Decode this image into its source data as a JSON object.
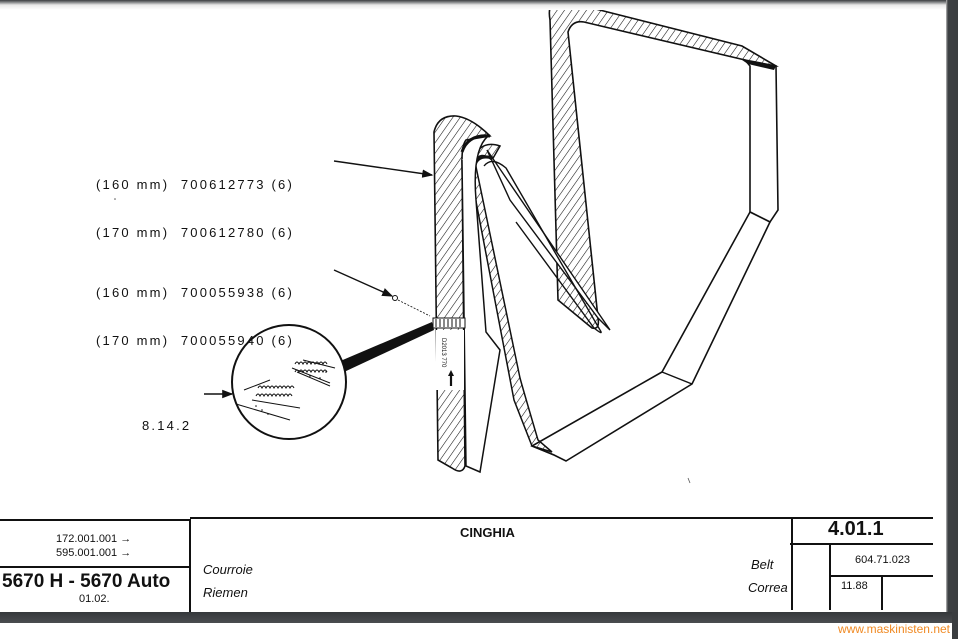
{
  "callouts": [
    {
      "lines": [
        "(160 mm)  700612773 (6)",
        "(170 mm)  700612780 (6)"
      ],
      "target": "belt"
    },
    {
      "lines": [
        "(160 mm)  700055938 (6)",
        "(170 mm)  700055940 (6)"
      ],
      "target": "belt-joint"
    },
    {
      "lines": [
        "8.14.2"
      ],
      "target": "belt-fastener-detail"
    }
  ],
  "belt_label": "D2013 770",
  "title_block": {
    "serials": [
      "172.001.001 →",
      "595.001.001 →"
    ],
    "model": "5670 H - 5670 Auto",
    "model_code": "01.02.",
    "title_it": "CINGHIA",
    "title_fr": "Courroie",
    "title_de": "Riemen",
    "title_en": "Belt",
    "title_es": "Correa",
    "section": "4.01.1",
    "part_ref": "604.71.023",
    "date": "11.88"
  },
  "watermark": "www.maskinisten.net",
  "colors": {
    "ink": "#111111",
    "watermark": "#f08a24",
    "frame": "#3a3d40"
  }
}
